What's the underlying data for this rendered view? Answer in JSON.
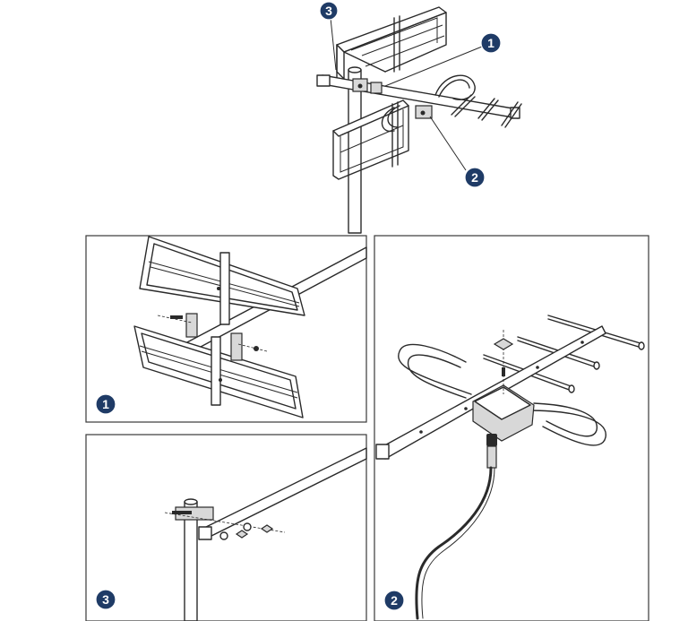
{
  "callouts": {
    "one": "1",
    "two": "2",
    "three": "3"
  },
  "panels": {
    "detail_1": {
      "badge": "1"
    },
    "detail_2": {
      "badge": "2"
    },
    "detail_3": {
      "badge": "3"
    }
  },
  "colors": {
    "badge_fill": "#1f3b66",
    "line": "#2a2a2a"
  }
}
